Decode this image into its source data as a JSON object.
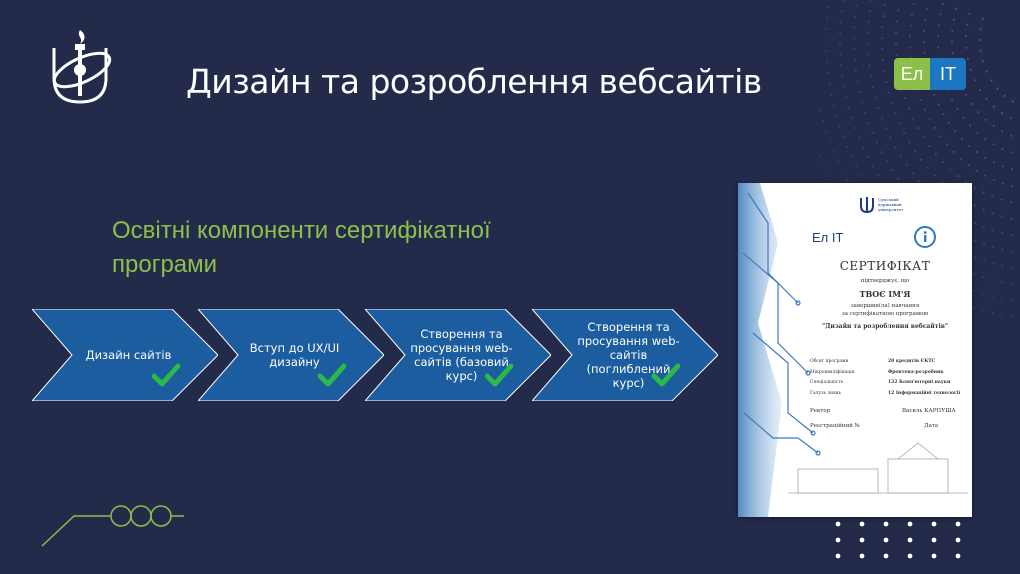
{
  "header": {
    "title": "Дизайн та розроблення вебсайтів",
    "badge_left": "Ел",
    "badge_right": "IT"
  },
  "subtitle": "Освітні компоненти сертифікатної програми",
  "steps": [
    {
      "label": "Дизайн сайтів",
      "completed": true
    },
    {
      "label": "Вступ до UX/UI дизайну",
      "completed": true
    },
    {
      "label": "Створення та просування web-сайтів (базовий курс)",
      "completed": true
    },
    {
      "label": "Створення та просування web-сайтів (поглиблений курс)",
      "completed": true
    }
  ],
  "certificate": {
    "logo_text": "Сумський державний університет",
    "brand_left": "Ел",
    "brand_right": "IT",
    "heading": "СЕРТИФІКАТ",
    "confirms": "підтверджує, що",
    "name": "ТВОЄ ІМ'Я",
    "completed_line1": "завершив(ла) навчання",
    "completed_line2": "за сертифікатною програмою",
    "program": "\"Дизайн та розроблення вебсайтів\"",
    "rows": [
      {
        "label": "Обсяг програми",
        "value": "20 кредитів ЄКТС"
      },
      {
        "label": "Мікрокваліфікація",
        "value": "Фронтенд-розробник"
      },
      {
        "label": "Спеціальність",
        "value": "122 Комп'ютерні науки"
      },
      {
        "label": "Галузь знань",
        "value": "12 Інформаційні технології"
      }
    ],
    "rector_label": "Ректор",
    "rector_name": "Василь КАРПУША",
    "reg_label": "Реєстраційний №",
    "date_label": "Дата"
  },
  "colors": {
    "background": "#232a4a",
    "arrow": "#1c5da0",
    "subtitle": "#8dc04a",
    "check": "#2db84a",
    "dots": "#4a6a9a"
  }
}
